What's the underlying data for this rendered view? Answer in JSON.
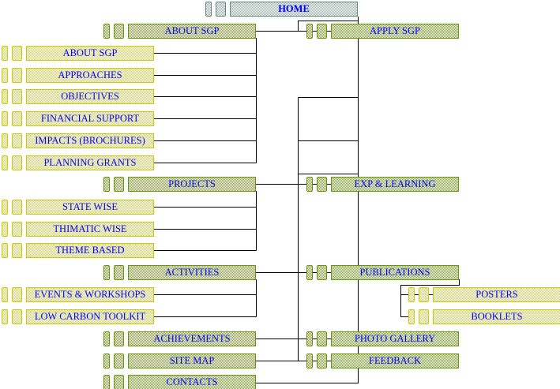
{
  "home": {
    "label": "HOME"
  },
  "left": [
    {
      "label": "ABOUT SGP",
      "children": [
        "ABOUT SGP",
        "APPROACHES",
        "OBJECTIVES",
        "FINANCIAL SUPPORT",
        "IMPACTS (BROCHURES)",
        "PLANNING GRANTS"
      ]
    },
    {
      "label": "PROJECTS",
      "children": [
        "STATE WISE",
        "THIMATIC WISE",
        "THEME BASED"
      ]
    },
    {
      "label": "ACTIVITIES",
      "children": [
        "EVENTS & WORKSHOPS",
        "LOW CARBON TOOLKIT"
      ]
    },
    {
      "label": "ACHIEVEMENTS",
      "children": []
    },
    {
      "label": "SITE MAP",
      "children": []
    },
    {
      "label": "CONTACTS",
      "children": []
    }
  ],
  "right": [
    {
      "label": "APPLY SGP",
      "children": []
    },
    {
      "label": "EXP & LEARNING",
      "children": []
    },
    {
      "label": "PUBLICATIONS",
      "children": [
        "POSTERS",
        "BOOKLETS"
      ]
    },
    {
      "label": "PHOTO GALLERY",
      "children": []
    },
    {
      "label": "FEEDBACK",
      "children": []
    }
  ]
}
